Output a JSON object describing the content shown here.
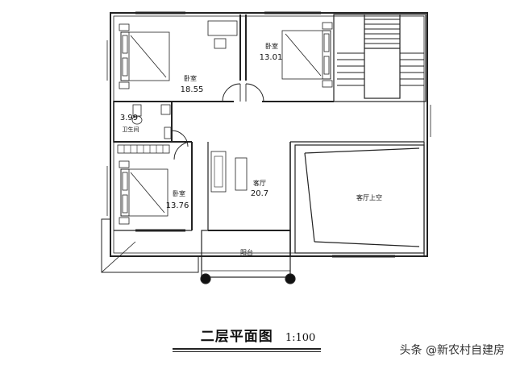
{
  "rooms": {
    "bedroom_a": {
      "name": "卧室",
      "area": "18.55"
    },
    "bedroom_b": {
      "name": "卧室",
      "area": "13.01"
    },
    "bathroom": {
      "name": "卫生间",
      "area": "3.99"
    },
    "bedroom_c": {
      "name": "卧室",
      "area": "13.76"
    },
    "living": {
      "name": "客厅",
      "area": "20.7"
    },
    "void": {
      "name": "客厅上空"
    },
    "balcony": {
      "name": "阳台"
    }
  },
  "title": {
    "main": "二层平面图",
    "scale": "1:100"
  },
  "watermark": "头条 @新农村自建房"
}
